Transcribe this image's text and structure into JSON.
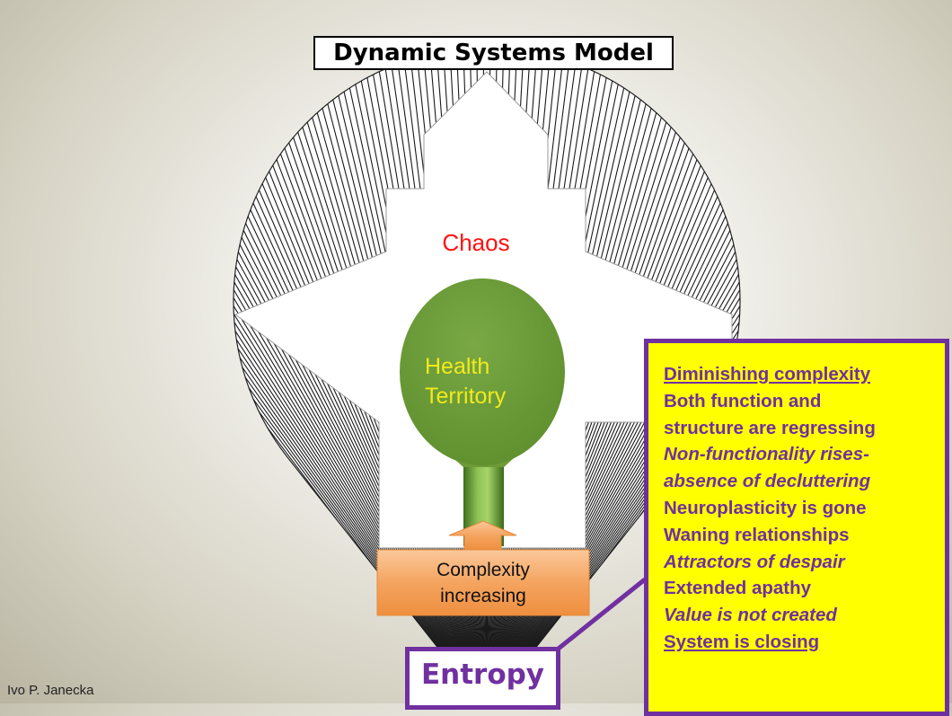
{
  "title": "Dynamic Systems Model",
  "chaos_label": "Chaos",
  "health_label_line1": "Health",
  "health_label_line2": "Territory",
  "arrow_label_line1": "Complexity",
  "arrow_label_line2": "increasing",
  "entropy_label": "Entropy",
  "callout": {
    "heading": "Diminishing complexity",
    "lines": [
      {
        "text": "Both function and",
        "style": "bold"
      },
      {
        "text": "structure are regressing",
        "style": "bold"
      },
      {
        "text": "Non-functionality rises-",
        "style": "italic"
      },
      {
        "text": "absence of decluttering",
        "style": "italic"
      },
      {
        "text": "Neuroplasticity is gone",
        "style": "bold"
      },
      {
        "text": "Waning relationships",
        "style": "bold"
      },
      {
        "text": "Attractors of despair",
        "style": "italic"
      },
      {
        "text": "Extended apathy",
        "style": "bold"
      },
      {
        "text": "Value is not created",
        "style": "italic"
      },
      {
        "text": "System is closing",
        "style": "underline"
      }
    ]
  },
  "author": "Ivo P. Janecka",
  "colors": {
    "chaos_text": "#ff1111",
    "health_fill": "#6e9a37",
    "health_text": "#f2ea1c",
    "arrow_fill": "#f4a460",
    "callout_fill": "#ffff00",
    "callout_border": "#7030a0"
  }
}
